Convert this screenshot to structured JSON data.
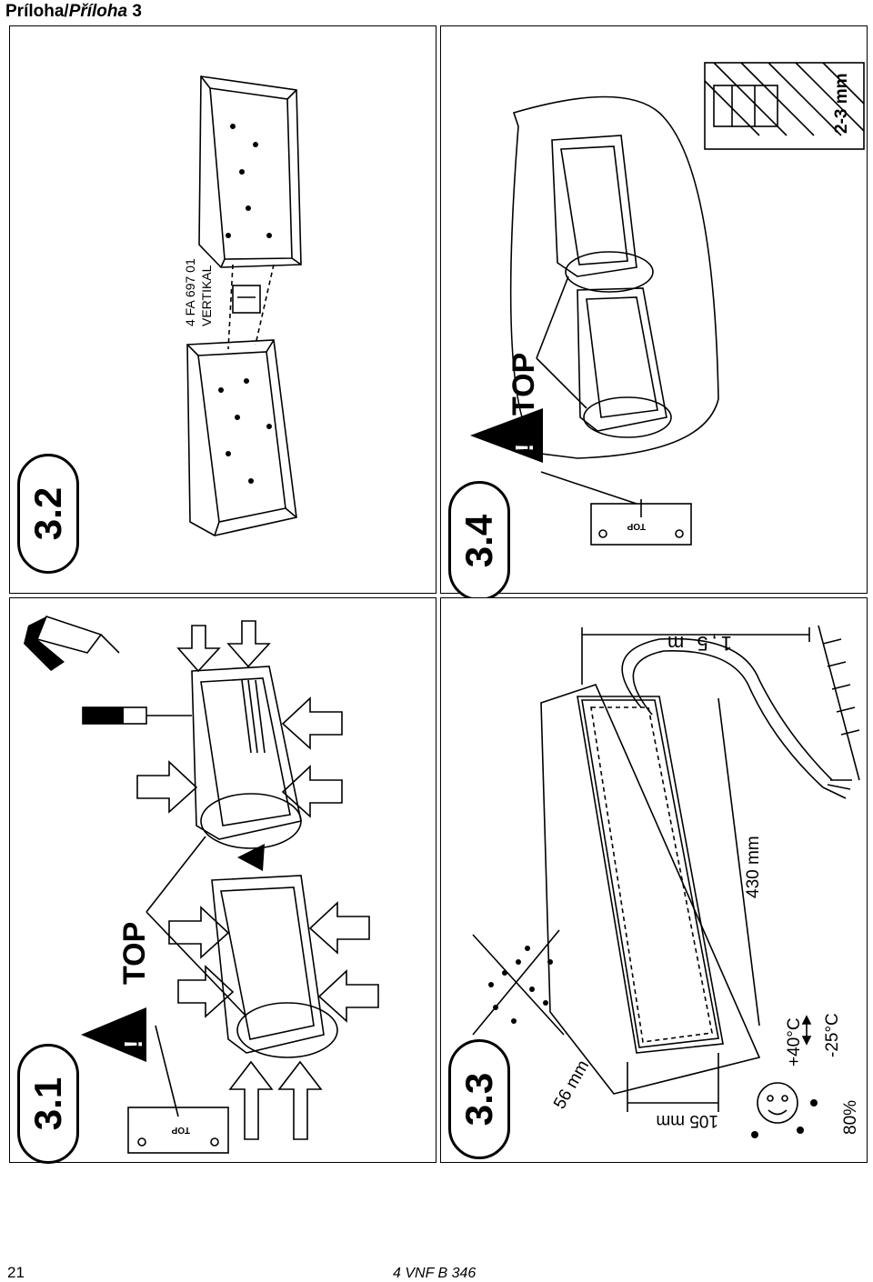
{
  "page": {
    "title_prefix": "Príloha/",
    "title_italic": "Příloha",
    "title_suffix": " 3",
    "page_number": "21",
    "doc_code": "4 VNF B 346"
  },
  "panels": {
    "p31": {
      "label": "3.1",
      "warning": "!",
      "top_label": "TOP",
      "small_top": "TOP"
    },
    "p32": {
      "label": "3.2",
      "part_line1": "4 FA 697 01",
      "part_line2": "VERTIKAL"
    },
    "p33": {
      "label": "3.3",
      "dim_width": "56 mm",
      "dim_height": "105 mm",
      "dim_length": "430 mm",
      "cable_len": "1,5 m",
      "temp_high": "+40°C",
      "temp_low": "-25°C",
      "humidity": "80%"
    },
    "p34": {
      "label": "3.4",
      "warning": "!",
      "top_label": "TOP",
      "gap": "2-3 mm",
      "small_top": "TOP"
    }
  }
}
